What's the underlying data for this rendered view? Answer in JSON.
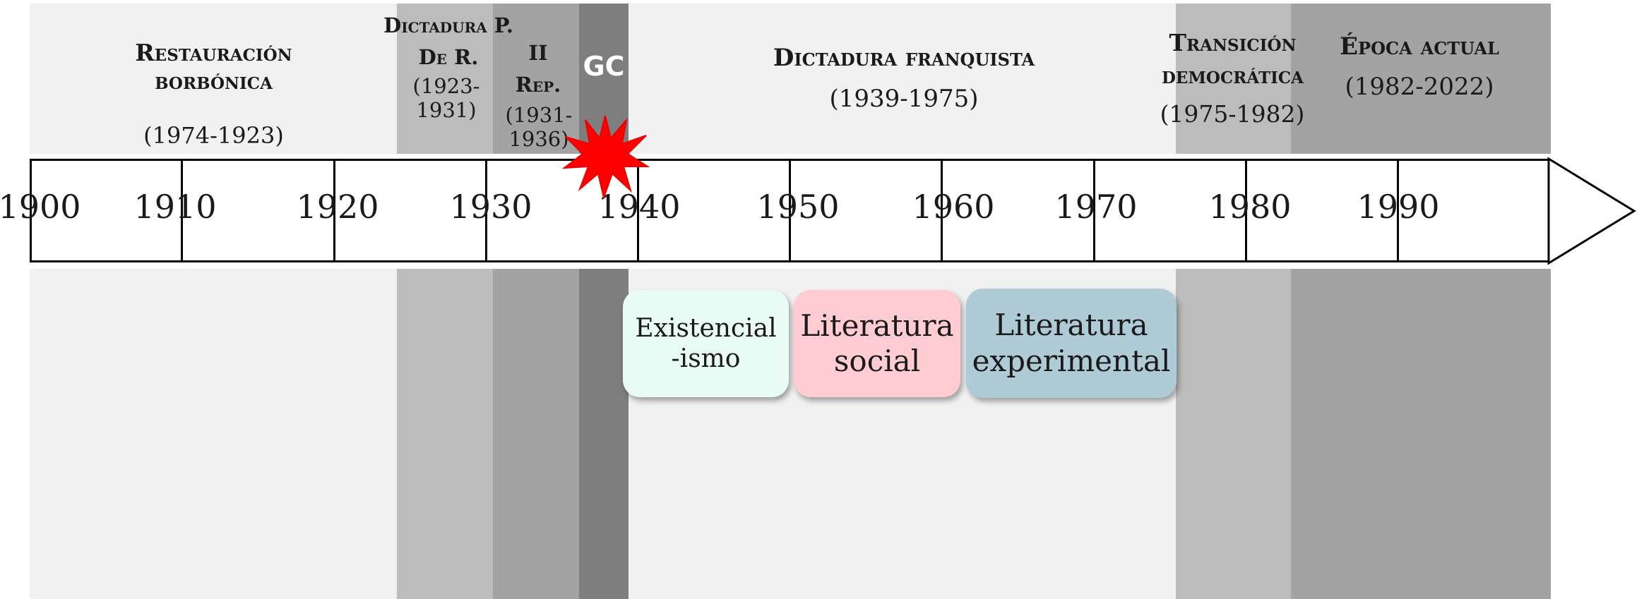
{
  "periods": [
    {
      "id": "restauracion",
      "title": "Restauración borbónica",
      "years": "(1974-1923)",
      "color": "#f1f1f1"
    },
    {
      "id": "dictadura-pr",
      "title": "Dictadura P. De R.",
      "years": "(1923-1931)",
      "color": "#bcbcbc"
    },
    {
      "id": "segunda-rep",
      "title": "II Rep.",
      "years": "(1931-1936)",
      "color": "#a3a3a3"
    },
    {
      "id": "guerra-civil",
      "title": "GC",
      "years": "",
      "color": "#7e7e7e"
    },
    {
      "id": "franquismo",
      "title": "Dictadura franquista",
      "years": "(1939-1975)",
      "color": "#f1f1f1"
    },
    {
      "id": "transicion",
      "title": "Transición democrática",
      "years": "(1975-1982)",
      "color": "#bcbcbc"
    },
    {
      "id": "epoca-actual",
      "title": "Época actual",
      "years": "(1982-2022)",
      "color": "#a3a3a3"
    }
  ],
  "axis": {
    "ticks": [
      "1900",
      "1910",
      "1920",
      "1930",
      "1940",
      "1950",
      "1960",
      "1970",
      "1980",
      "1990"
    ]
  },
  "movements": [
    {
      "id": "existencialismo",
      "label_line1": "Existencial",
      "label_line2": "-ismo",
      "color": "#e8fbf4"
    },
    {
      "id": "literatura-social",
      "label_line1": "Literatura",
      "label_line2": "social",
      "color": "#ffcdd1"
    },
    {
      "id": "literatura-experimental",
      "label_line1": "Literatura",
      "label_line2": "experimental",
      "color": "#aecbd6"
    }
  ],
  "marker": {
    "name": "explosion-icon",
    "color": "#ff0000"
  }
}
